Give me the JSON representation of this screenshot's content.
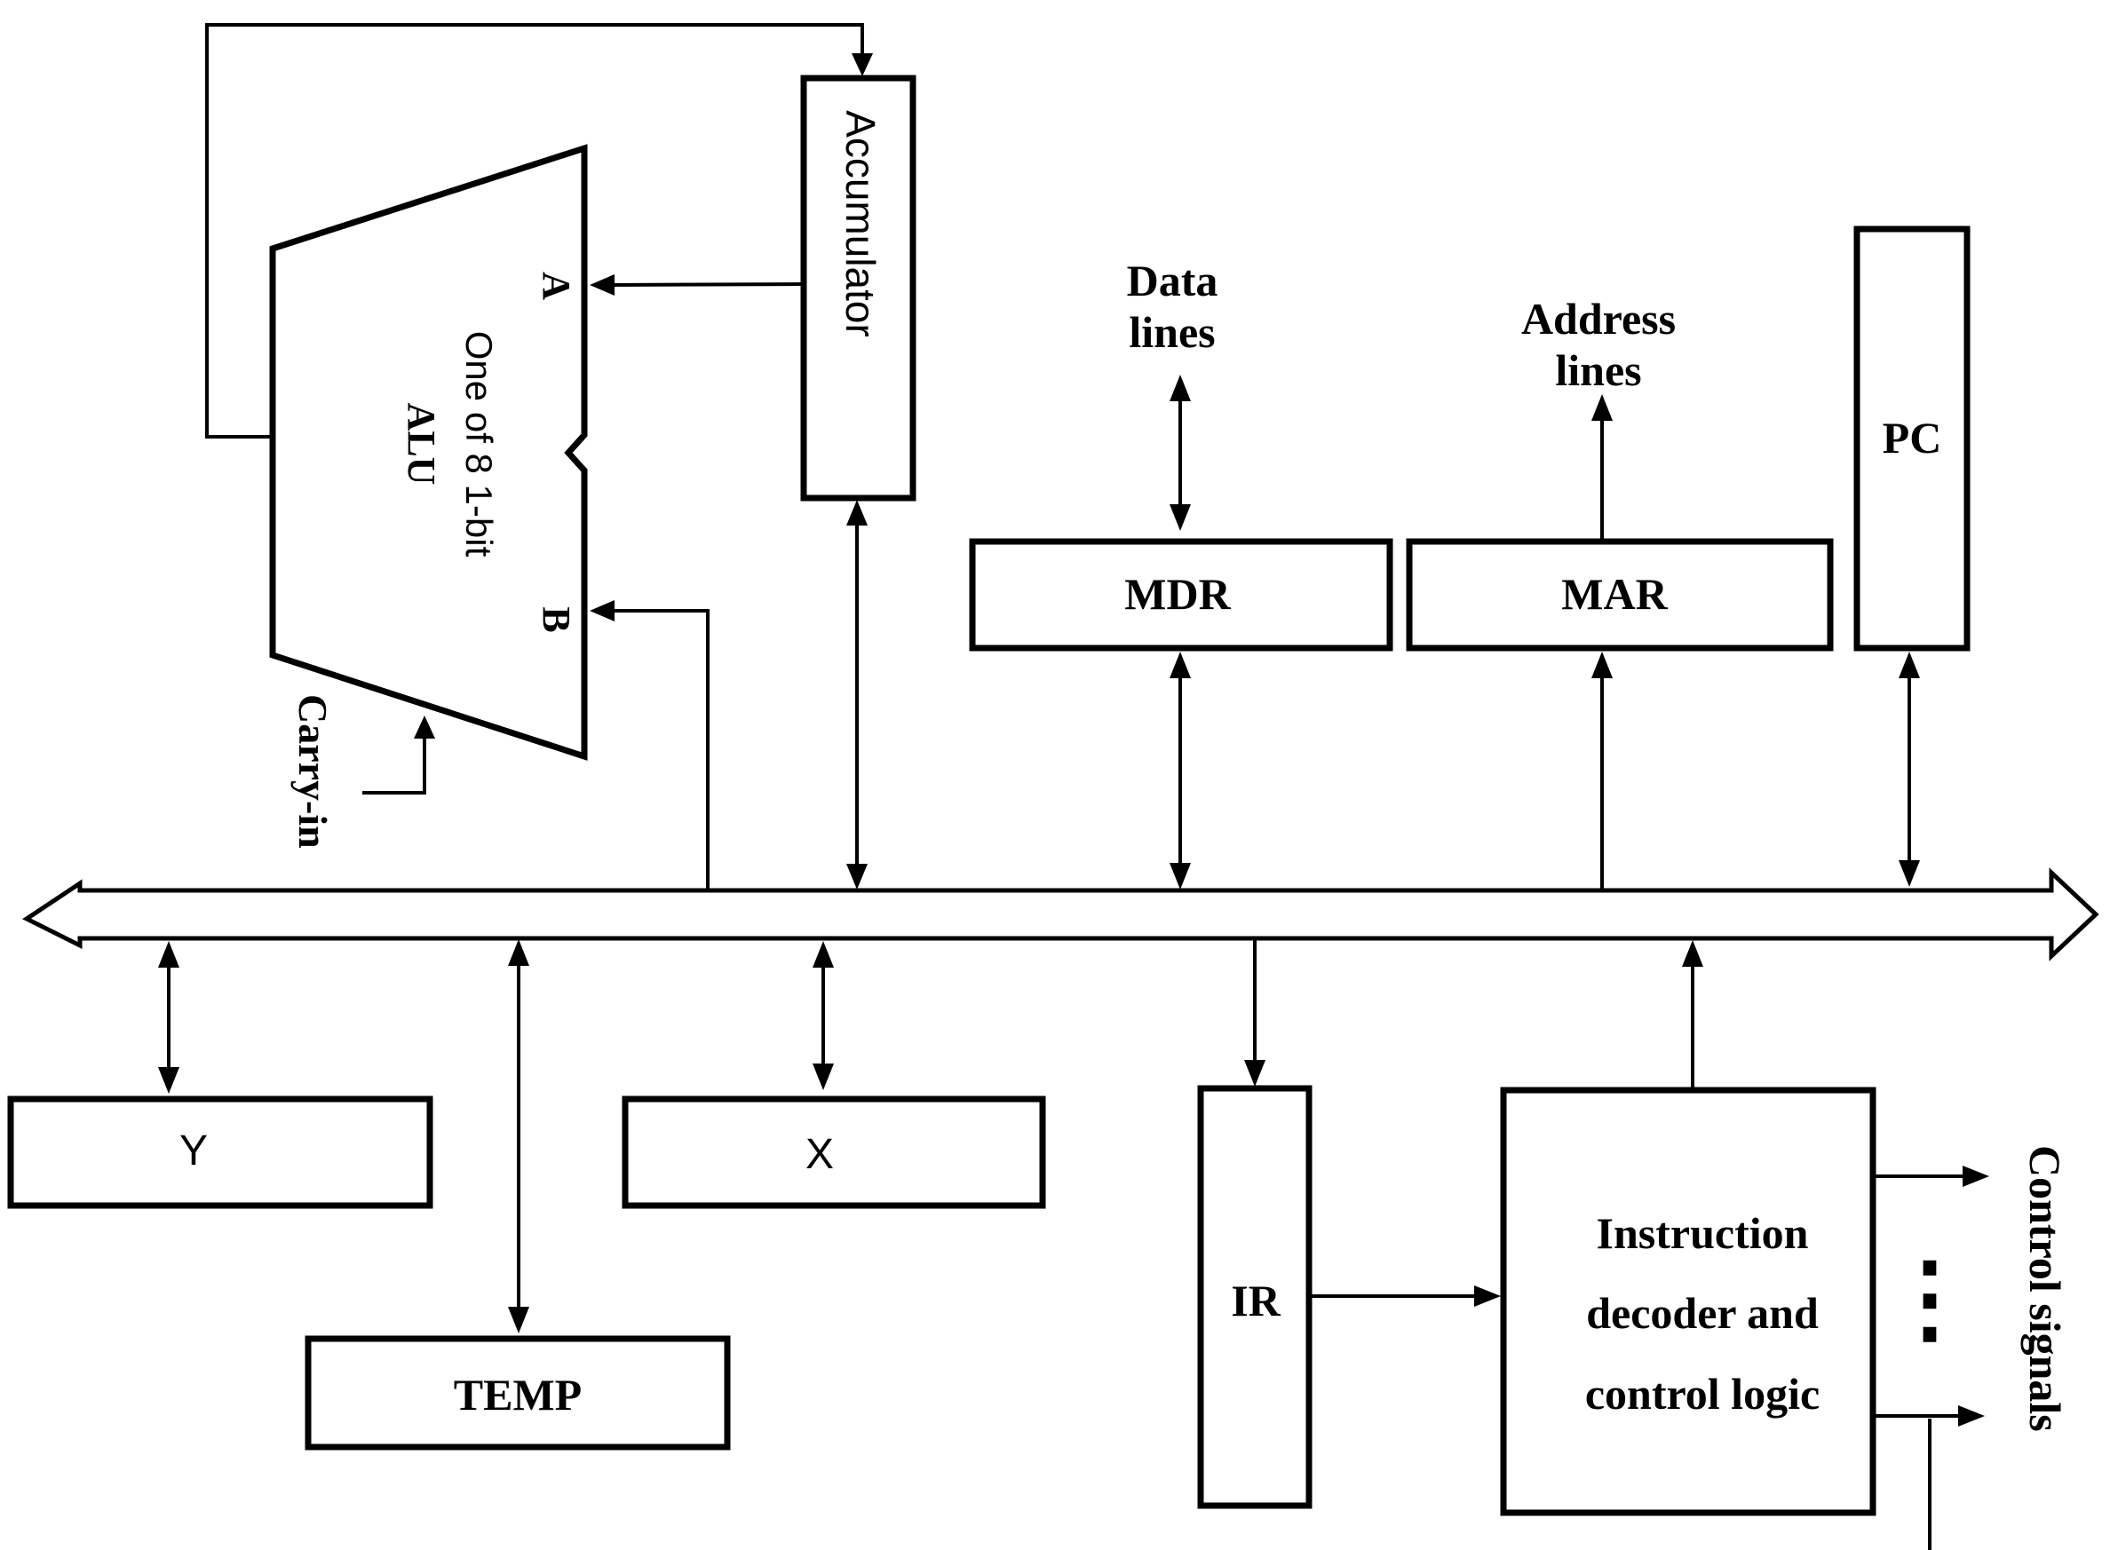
{
  "alu": {
    "port_a": "A",
    "port_b": "B",
    "title_line1": "One of 8 1-bit",
    "title_line2": "ALU",
    "carry_in": "Carry-in"
  },
  "registers": {
    "accumulator": "Accumulator",
    "mdr": "MDR",
    "mar": "MAR",
    "pc": "PC",
    "y": "Y",
    "x": "X",
    "temp": "TEMP",
    "ir": "IR"
  },
  "external": {
    "data_lines_1": "Data",
    "data_lines_2": "lines",
    "address_lines_1": "Address",
    "address_lines_2": "lines"
  },
  "control": {
    "decoder_line1": "Instruction",
    "decoder_line2": "decoder and",
    "decoder_line3": "control logic",
    "ellipsis": "⋮",
    "signals": "Control signals"
  }
}
